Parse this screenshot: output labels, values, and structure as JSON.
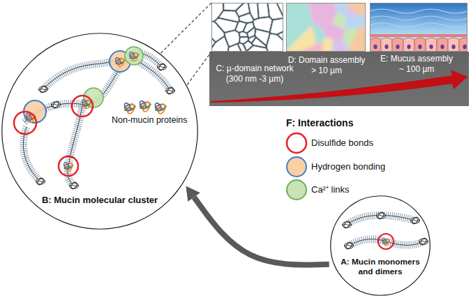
{
  "diagram": {
    "nodes": [
      {
        "text": [
          "B: Mucin molecular cluster"
        ]
      },
      {
        "text": [
          "C: µ-domain network (300 nm -3 µm)"
        ]
      },
      {
        "text": [
          "D: Domain assembly > 10 µm"
        ]
      },
      {
        "text": [
          "E: Mucus assembly ~ 100 µm"
        ]
      },
      {
        "text": [
          "A: Mucin monomers and dimers"
        ]
      }
    ],
    "edges": [
      {
        "from": 4,
        "to": 0,
        "arrow": "to"
      },
      {
        "from": 0,
        "to": 1,
        "arrow": "none"
      },
      {
        "from": 0,
        "to": 1,
        "arrow": "none"
      }
    ],
    "labels": [
      "Non-mucin proteins",
      "F: Interactions"
    ],
    "legend": [
      {
        "text": "Disulfide bonds",
        "color": "#e3262b"
      },
      {
        "text": "Hydrogen bonding",
        "color": "#f9cfa4"
      },
      {
        "text": "Ca²⁺ links",
        "color": "#c8e3b4"
      }
    ]
  }
}
